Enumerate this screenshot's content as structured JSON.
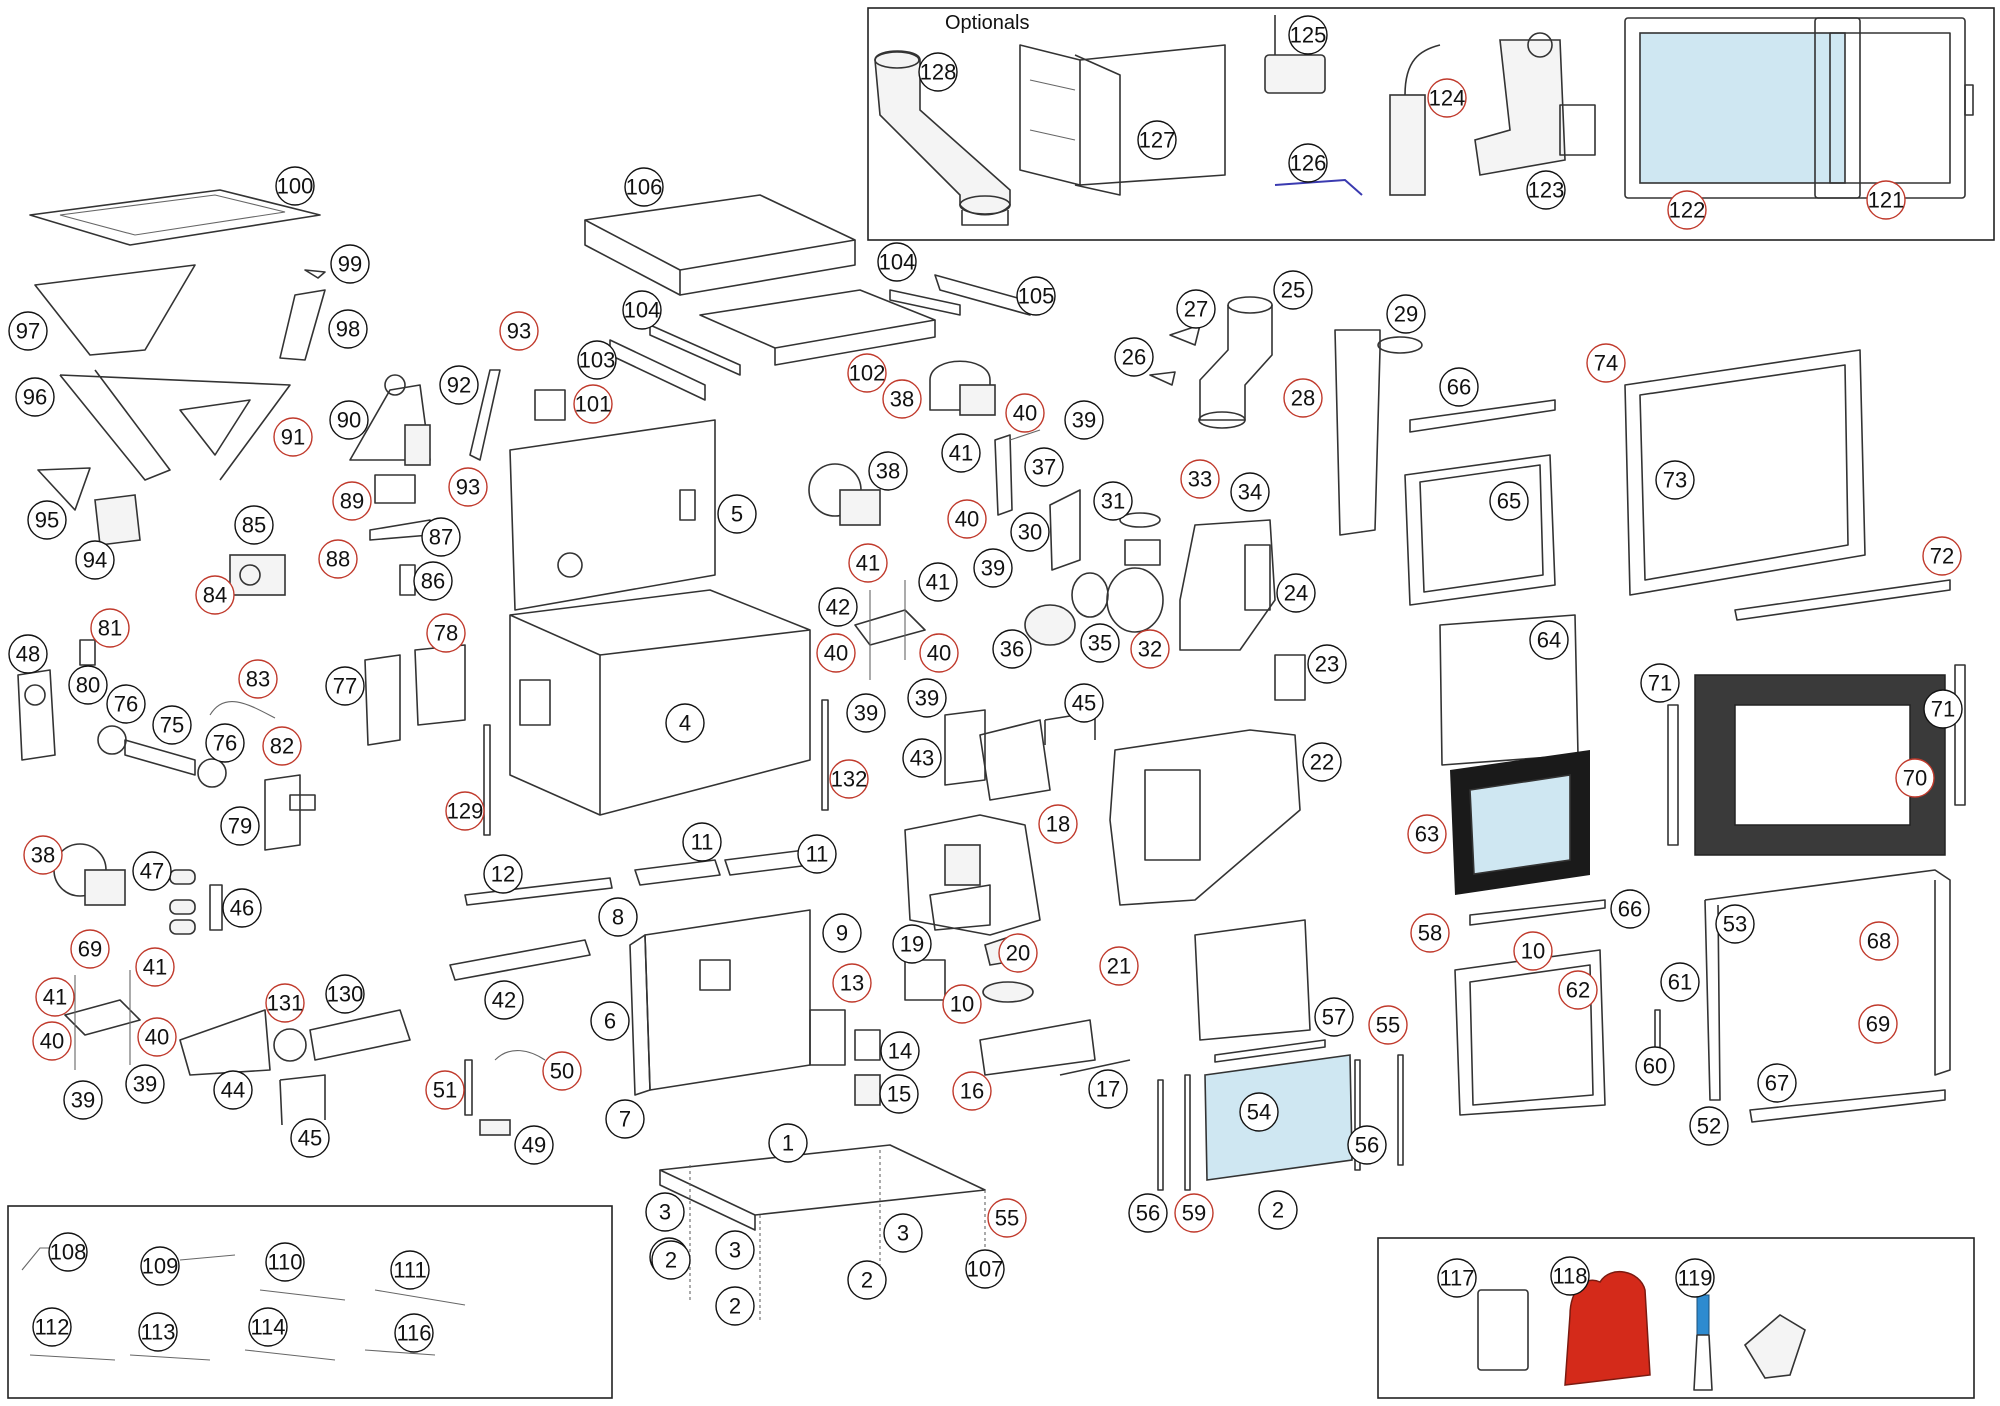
{
  "optionals_label": "Optionals",
  "colors": {
    "callout_black": "#111111",
    "callout_red": "#c0392b",
    "glove": "#d42a1a",
    "scraper_handle": "#2e8bd0",
    "glass": "#cfe7f2"
  },
  "callouts": [
    {
      "label": "128",
      "color": "black"
    },
    {
      "label": "127",
      "color": "black"
    },
    {
      "label": "125",
      "color": "black"
    },
    {
      "label": "126",
      "color": "black"
    },
    {
      "label": "124",
      "color": "red"
    },
    {
      "label": "123",
      "color": "black"
    },
    {
      "label": "122",
      "color": "red"
    },
    {
      "label": "121",
      "color": "red"
    },
    {
      "label": "100",
      "color": "black"
    },
    {
      "label": "99",
      "color": "black"
    },
    {
      "label": "98",
      "color": "black"
    },
    {
      "label": "97",
      "color": "black"
    },
    {
      "label": "96",
      "color": "black"
    },
    {
      "label": "95",
      "color": "black"
    },
    {
      "label": "94",
      "color": "black"
    },
    {
      "label": "93",
      "color": "red"
    },
    {
      "label": "92",
      "color": "black"
    },
    {
      "label": "93",
      "color": "red"
    },
    {
      "label": "91",
      "color": "red"
    },
    {
      "label": "90",
      "color": "black"
    },
    {
      "label": "89",
      "color": "red"
    },
    {
      "label": "88",
      "color": "red"
    },
    {
      "label": "87",
      "color": "black"
    },
    {
      "label": "86",
      "color": "black"
    },
    {
      "label": "85",
      "color": "black"
    },
    {
      "label": "84",
      "color": "red"
    },
    {
      "label": "106",
      "color": "black"
    },
    {
      "label": "104",
      "color": "black"
    },
    {
      "label": "105",
      "color": "black"
    },
    {
      "label": "104",
      "color": "black"
    },
    {
      "label": "103",
      "color": "black"
    },
    {
      "label": "101",
      "color": "red"
    },
    {
      "label": "102",
      "color": "red"
    },
    {
      "label": "38",
      "color": "red"
    },
    {
      "label": "5",
      "color": "black"
    },
    {
      "label": "38",
      "color": "black"
    },
    {
      "label": "40",
      "color": "red"
    },
    {
      "label": "39",
      "color": "black"
    },
    {
      "label": "41",
      "color": "black"
    },
    {
      "label": "37",
      "color": "black"
    },
    {
      "label": "40",
      "color": "red"
    },
    {
      "label": "30",
      "color": "black"
    },
    {
      "label": "39",
      "color": "black"
    },
    {
      "label": "27",
      "color": "black"
    },
    {
      "label": "25",
      "color": "black"
    },
    {
      "label": "26",
      "color": "black"
    },
    {
      "label": "28",
      "color": "red"
    },
    {
      "label": "29",
      "color": "black"
    },
    {
      "label": "66",
      "color": "black"
    },
    {
      "label": "74",
      "color": "red"
    },
    {
      "label": "33",
      "color": "red"
    },
    {
      "label": "34",
      "color": "black"
    },
    {
      "label": "31",
      "color": "black"
    },
    {
      "label": "73",
      "color": "black"
    },
    {
      "label": "65",
      "color": "black"
    },
    {
      "label": "72",
      "color": "red"
    },
    {
      "label": "24",
      "color": "black"
    },
    {
      "label": "36",
      "color": "black"
    },
    {
      "label": "35",
      "color": "black"
    },
    {
      "label": "32",
      "color": "red"
    },
    {
      "label": "41",
      "color": "red"
    },
    {
      "label": "41",
      "color": "black"
    },
    {
      "label": "42",
      "color": "black"
    },
    {
      "label": "40",
      "color": "red"
    },
    {
      "label": "40",
      "color": "red"
    },
    {
      "label": "39",
      "color": "black"
    },
    {
      "label": "39",
      "color": "black"
    },
    {
      "label": "4",
      "color": "black"
    },
    {
      "label": "23",
      "color": "black"
    },
    {
      "label": "64",
      "color": "black"
    },
    {
      "label": "71",
      "color": "black"
    },
    {
      "label": "71",
      "color": "black"
    },
    {
      "label": "45",
      "color": "black"
    },
    {
      "label": "43",
      "color": "black"
    },
    {
      "label": "22",
      "color": "black"
    },
    {
      "label": "132",
      "color": "red"
    },
    {
      "label": "70",
      "color": "red"
    },
    {
      "label": "48",
      "color": "black"
    },
    {
      "label": "81",
      "color": "red"
    },
    {
      "label": "80",
      "color": "black"
    },
    {
      "label": "76",
      "color": "black"
    },
    {
      "label": "83",
      "color": "red"
    },
    {
      "label": "75",
      "color": "black"
    },
    {
      "label": "76",
      "color": "black"
    },
    {
      "label": "82",
      "color": "red"
    },
    {
      "label": "79",
      "color": "black"
    },
    {
      "label": "77",
      "color": "black"
    },
    {
      "label": "78",
      "color": "red"
    },
    {
      "label": "129",
      "color": "red"
    },
    {
      "label": "18",
      "color": "red"
    },
    {
      "label": "63",
      "color": "red"
    },
    {
      "label": "11",
      "color": "black"
    },
    {
      "label": "11",
      "color": "black"
    },
    {
      "label": "38",
      "color": "red"
    },
    {
      "label": "47",
      "color": "black"
    },
    {
      "label": "46",
      "color": "black"
    },
    {
      "label": "12",
      "color": "black"
    },
    {
      "label": "66",
      "color": "black"
    },
    {
      "label": "8",
      "color": "black"
    },
    {
      "label": "9",
      "color": "black"
    },
    {
      "label": "19",
      "color": "black"
    },
    {
      "label": "20",
      "color": "red"
    },
    {
      "label": "10",
      "color": "red"
    },
    {
      "label": "58",
      "color": "red"
    },
    {
      "label": "53",
      "color": "black"
    },
    {
      "label": "68",
      "color": "red"
    },
    {
      "label": "69",
      "color": "red"
    },
    {
      "label": "41",
      "color": "red"
    },
    {
      "label": "41",
      "color": "red"
    },
    {
      "label": "42",
      "color": "black"
    },
    {
      "label": "13",
      "color": "red"
    },
    {
      "label": "10",
      "color": "red"
    },
    {
      "label": "21",
      "color": "red"
    },
    {
      "label": "62",
      "color": "red"
    },
    {
      "label": "61",
      "color": "black"
    },
    {
      "label": "131",
      "color": "red"
    },
    {
      "label": "130",
      "color": "black"
    },
    {
      "label": "6",
      "color": "black"
    },
    {
      "label": "14",
      "color": "black"
    },
    {
      "label": "57",
      "color": "black"
    },
    {
      "label": "55",
      "color": "red"
    },
    {
      "label": "69",
      "color": "red"
    },
    {
      "label": "40",
      "color": "red"
    },
    {
      "label": "40",
      "color": "red"
    },
    {
      "label": "60",
      "color": "black"
    },
    {
      "label": "51",
      "color": "red"
    },
    {
      "label": "50",
      "color": "red"
    },
    {
      "label": "39",
      "color": "black"
    },
    {
      "label": "39",
      "color": "black"
    },
    {
      "label": "44",
      "color": "black"
    },
    {
      "label": "16",
      "color": "red"
    },
    {
      "label": "15",
      "color": "black"
    },
    {
      "label": "17",
      "color": "black"
    },
    {
      "label": "67",
      "color": "black"
    },
    {
      "label": "7",
      "color": "black"
    },
    {
      "label": "54",
      "color": "black"
    },
    {
      "label": "52",
      "color": "black"
    },
    {
      "label": "45",
      "color": "black"
    },
    {
      "label": "49",
      "color": "black"
    },
    {
      "label": "1",
      "color": "black"
    },
    {
      "label": "56",
      "color": "black"
    },
    {
      "label": "3",
      "color": "black"
    },
    {
      "label": "3",
      "color": "black"
    },
    {
      "label": "3",
      "color": "black"
    },
    {
      "label": "3",
      "color": "black"
    },
    {
      "label": "55",
      "color": "red"
    },
    {
      "label": "56",
      "color": "black"
    },
    {
      "label": "59",
      "color": "red"
    },
    {
      "label": "2",
      "color": "black"
    },
    {
      "label": "2",
      "color": "black"
    },
    {
      "label": "2",
      "color": "black"
    },
    {
      "label": "2",
      "color": "black"
    },
    {
      "label": "107",
      "color": "black"
    },
    {
      "label": "108",
      "color": "black"
    },
    {
      "label": "109",
      "color": "black"
    },
    {
      "label": "110",
      "color": "black"
    },
    {
      "label": "111",
      "color": "black"
    },
    {
      "label": "112",
      "color": "black"
    },
    {
      "label": "113",
      "color": "black"
    },
    {
      "label": "114",
      "color": "black"
    },
    {
      "label": "116",
      "color": "black"
    },
    {
      "label": "117",
      "color": "black"
    },
    {
      "label": "118",
      "color": "black"
    },
    {
      "label": "119",
      "color": "black"
    }
  ]
}
